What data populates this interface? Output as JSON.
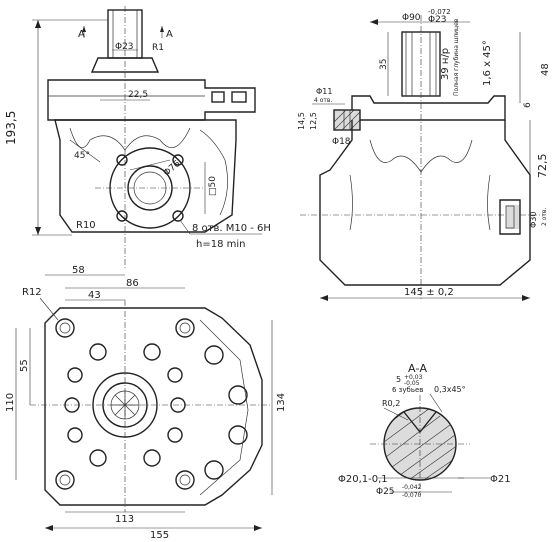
{
  "front_view": {
    "section_mark_left": "А",
    "section_mark_right": "А",
    "shaft_diameter": "Φ23",
    "radius_top": "R1",
    "width_top": "22,5",
    "angle": "45°",
    "bolt_circle": "Φ76",
    "height_small": "□50",
    "fillet_radius": "R10",
    "thread_note": "8 отв. М10 - 6Н",
    "thread_depth": "h=18 min",
    "total_height": "193,5"
  },
  "side_view": {
    "shaft_diameter_top": "Φ90",
    "shaft_diameter_tol": "-0,072",
    "spline_label": "Φ23",
    "shaft_height": "35",
    "spline_note": "39 н/р",
    "spline_note2": "Полная глубина шлицев",
    "chamfer": "1,6 х 45°",
    "flange_height": "48",
    "bore_diameter": "Φ11",
    "bore_count": "4 отв.",
    "dim_14_5": "14,5",
    "dim_12_5": "12,5",
    "flange_dim": "6",
    "pilot_diameter": "Φ18",
    "center_height": "72,5",
    "port_diameter": "Φ30",
    "port_count": "2 отв.",
    "base_width": "145 ± 0,2"
  },
  "bottom_view": {
    "dim_58": "58",
    "dim_86": "86",
    "dim_43": "43",
    "corner_radius": "R12",
    "dim_55": "55",
    "dim_110": "110",
    "dim_134": "134",
    "dim_113": "113",
    "dim_155": "155"
  },
  "section_view": {
    "title": "А-А",
    "tooth_width": "5",
    "tooth_tol": "+0,03",
    "tooth_tol2": "-0,05",
    "teeth_note": "6 зубьев",
    "chamfer": "0,3х45°",
    "root_radius": "R0,2",
    "outer_diameter": "Φ20,1-0,1",
    "spline_diameter": "Φ25",
    "spline_tol": "-0,042",
    "spline_tol2": "-0,070",
    "pitch_diameter": "Φ21"
  }
}
